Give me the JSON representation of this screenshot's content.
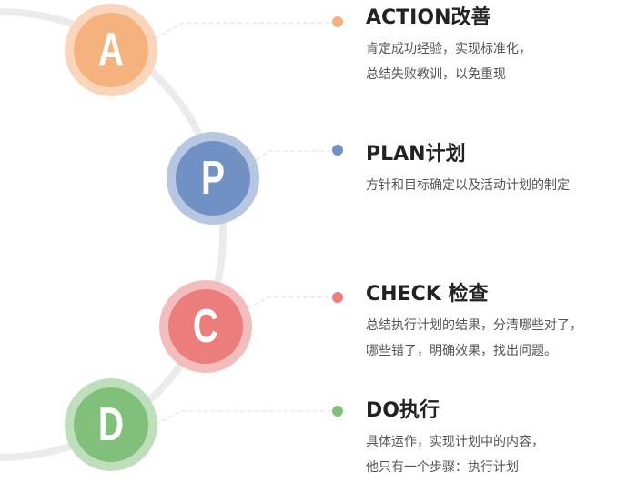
{
  "steps": [
    {
      "letter": "A",
      "title": "ACTION改善",
      "lines": [
        "肯定成功经验，实现标准化，",
        "总结失败教训，以免重现"
      ],
      "color": "#f5b27f",
      "ring": "#f9d6bb"
    },
    {
      "letter": "P",
      "title": "PLAN计划",
      "lines": [
        "方针和目标确定以及活动计划的制定"
      ],
      "color": "#7190c4",
      "ring": "#b7c7e1"
    },
    {
      "letter": "C",
      "title": "CHECK 检查",
      "lines": [
        "总结执行计划的结果，分清哪些对了，",
        "哪些错了，明确效果，找出问题。"
      ],
      "color": "#eb7d7d",
      "ring": "#f4bdbd"
    },
    {
      "letter": "D",
      "title": "DO执行",
      "lines": [
        "具体运作，实现计划中的内容，",
        "他只有一个步骤：执行计划"
      ],
      "color": "#80c07a",
      "ring": "#bfdfbc"
    }
  ]
}
